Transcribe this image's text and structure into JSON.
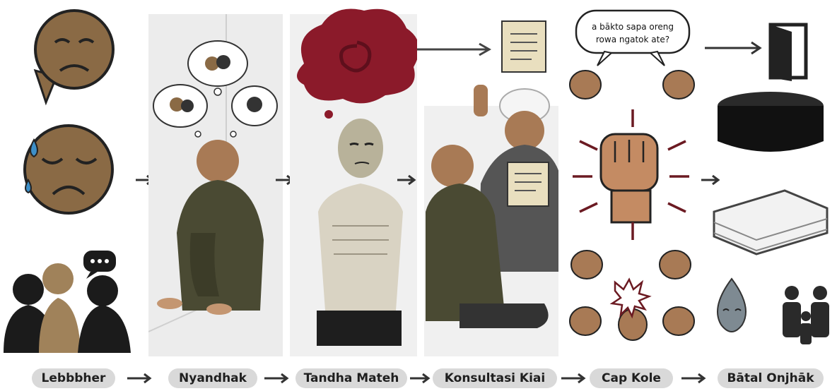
{
  "steps": [
    {
      "label": "Lebbbher"
    },
    {
      "label": "Nyandhak"
    },
    {
      "label": "Tandha Mateh"
    },
    {
      "label": "Konsultasi Kiai"
    },
    {
      "label": "Cap Kole"
    },
    {
      "label": "Bātal Onjhāk"
    }
  ],
  "speech_bubble": {
    "line1": "a bākto sapa oreng",
    "line2": "rowa ngatok ate?"
  },
  "colors": {
    "skin": "#a87a55",
    "olive": "#4a4a33",
    "maroon": "#8b1a2a",
    "pill": "#d9d9d9",
    "dark": "#111111"
  }
}
